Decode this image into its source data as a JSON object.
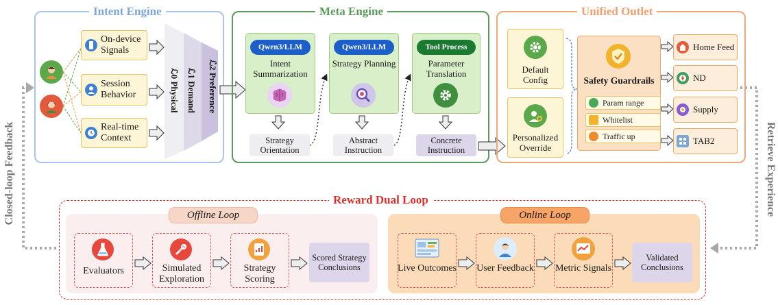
{
  "intent_engine": {
    "title": "Intent Engine",
    "signals": [
      {
        "label": "On-device Signals",
        "icon": "phone-icon"
      },
      {
        "label": "Session Behavior",
        "icon": "person-icon"
      },
      {
        "label": "Real-time Context",
        "icon": "clock-icon"
      }
    ],
    "layers": [
      "ℒ0 Physical",
      "ℒ1 Demand",
      "ℒ2 Preference"
    ]
  },
  "meta_engine": {
    "title": "Meta Engine",
    "stages": [
      {
        "pill": "Qwen3/LLM",
        "label": "Intent Summarization",
        "output": "Strategy Orientation",
        "icon": "brain-icon"
      },
      {
        "pill": "Qwen3/LLM",
        "label": "Strategy Planning",
        "output": "Abstract Instruction",
        "icon": "magnifier-icon"
      },
      {
        "pill": "Tool Process",
        "label": "Parameter Translation",
        "output": "Concrete Instruction",
        "icon": "gear-icon"
      }
    ]
  },
  "unified_outlet": {
    "title": "Unified Outlet",
    "configs": [
      "Default Config",
      "Personalized Override"
    ],
    "guardrails": {
      "title": "Safety Guardrails",
      "items": [
        "Param range",
        "Whitelist",
        "Traffic up"
      ]
    },
    "outputs": [
      "Home Feed",
      "ND",
      "Supply",
      "TAB2"
    ]
  },
  "reward_loop": {
    "title": "Reward Dual Loop",
    "offline": {
      "tag": "Offline Loop",
      "steps": [
        "Evaluators",
        "Simulated Exploration",
        "Strategy Scoring"
      ],
      "result": "Scored Strategy Conclusions"
    },
    "online": {
      "tag": "Online Loop",
      "steps": [
        "Live Outcomes",
        "User Feedback",
        "Metric Signals"
      ],
      "result": "Validated Conclusions"
    }
  },
  "side_labels": {
    "left": "Closed-loop Feedback",
    "right": "Retrieve Experience"
  },
  "colors": {
    "intent": "#7ea7d8",
    "meta": "#5a9a5a",
    "outlet": "#f0a070",
    "reward": "#d9302c",
    "pill_llm": "#1d5fc8",
    "pill_tool": "#1b7a32"
  }
}
